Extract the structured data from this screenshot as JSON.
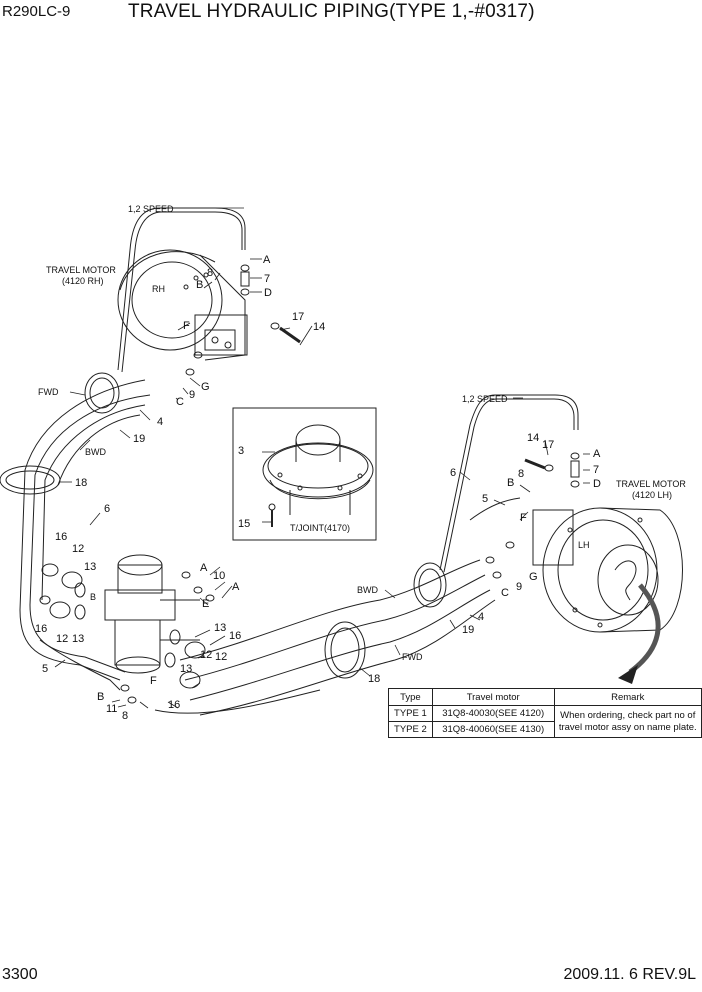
{
  "header": {
    "model": "R290LC-9",
    "title": "TRAVEL HYDRAULIC PIPING(TYPE 1,-#0317)"
  },
  "footer": {
    "page": "3300",
    "date_rev": "2009.11. 6  REV.9L"
  },
  "labels": {
    "speed_top": "1,2 SPEED",
    "speed_right": "1,2 SPEED",
    "travel_motor_rh": "TRAVEL MOTOR",
    "travel_motor_rh_ref": "(4120 RH)",
    "travel_motor_lh": "TRAVEL MOTOR",
    "travel_motor_lh_ref": "(4120 LH)",
    "rh": "RH",
    "lh": "LH",
    "fwd_left": "FWD",
    "bwd_left": "BWD",
    "bwd_right": "BWD",
    "fwd_right": "FWD",
    "tjoint": "T/JOINT(4170)",
    "port_a1": "A",
    "port_a2": "A",
    "port_a3": "A",
    "port_a4": "A",
    "port_b1": "B",
    "port_b2": "B",
    "port_b3": "B",
    "port_b4": "B",
    "port_c1": "C",
    "port_c2": "C",
    "port_d1": "D",
    "port_d2": "D",
    "port_e": "E",
    "port_f1": "F",
    "port_f2": "F",
    "port_f3": "F",
    "port_g1": "G",
    "port_g2": "G",
    "n3": "3",
    "n4a": "4",
    "n4b": "4",
    "n5a": "5",
    "n5b": "5",
    "n6a": "6",
    "n6b": "6",
    "n7a": "7",
    "n7b": "7",
    "n8a": "8",
    "n8b": "8",
    "n9a": "9",
    "n9b": "9",
    "n10": "10",
    "n11": "11",
    "n12a": "12",
    "n12b": "12",
    "n12c": "12",
    "n12d": "12",
    "n13a": "13",
    "n13b": "13",
    "n13c": "13",
    "n13d": "13",
    "n14a": "14",
    "n14b": "14",
    "n15": "15",
    "n16a": "16",
    "n16b": "16",
    "n16c": "16",
    "n16d": "16",
    "n17a": "17",
    "n17b": "17",
    "n18a": "18",
    "n18b": "18",
    "n19a": "19",
    "n19b": "19"
  },
  "table": {
    "headers": [
      "Type",
      "Travel motor",
      "Remark"
    ],
    "rows": [
      [
        "TYPE 1",
        "31Q8-40030(SEE 4120)"
      ],
      [
        "TYPE 2",
        "31Q8-40060(SEE 4130)"
      ]
    ],
    "remark_line1": "When ordering, check part no of",
    "remark_line2": "travel motor assy on name plate."
  }
}
